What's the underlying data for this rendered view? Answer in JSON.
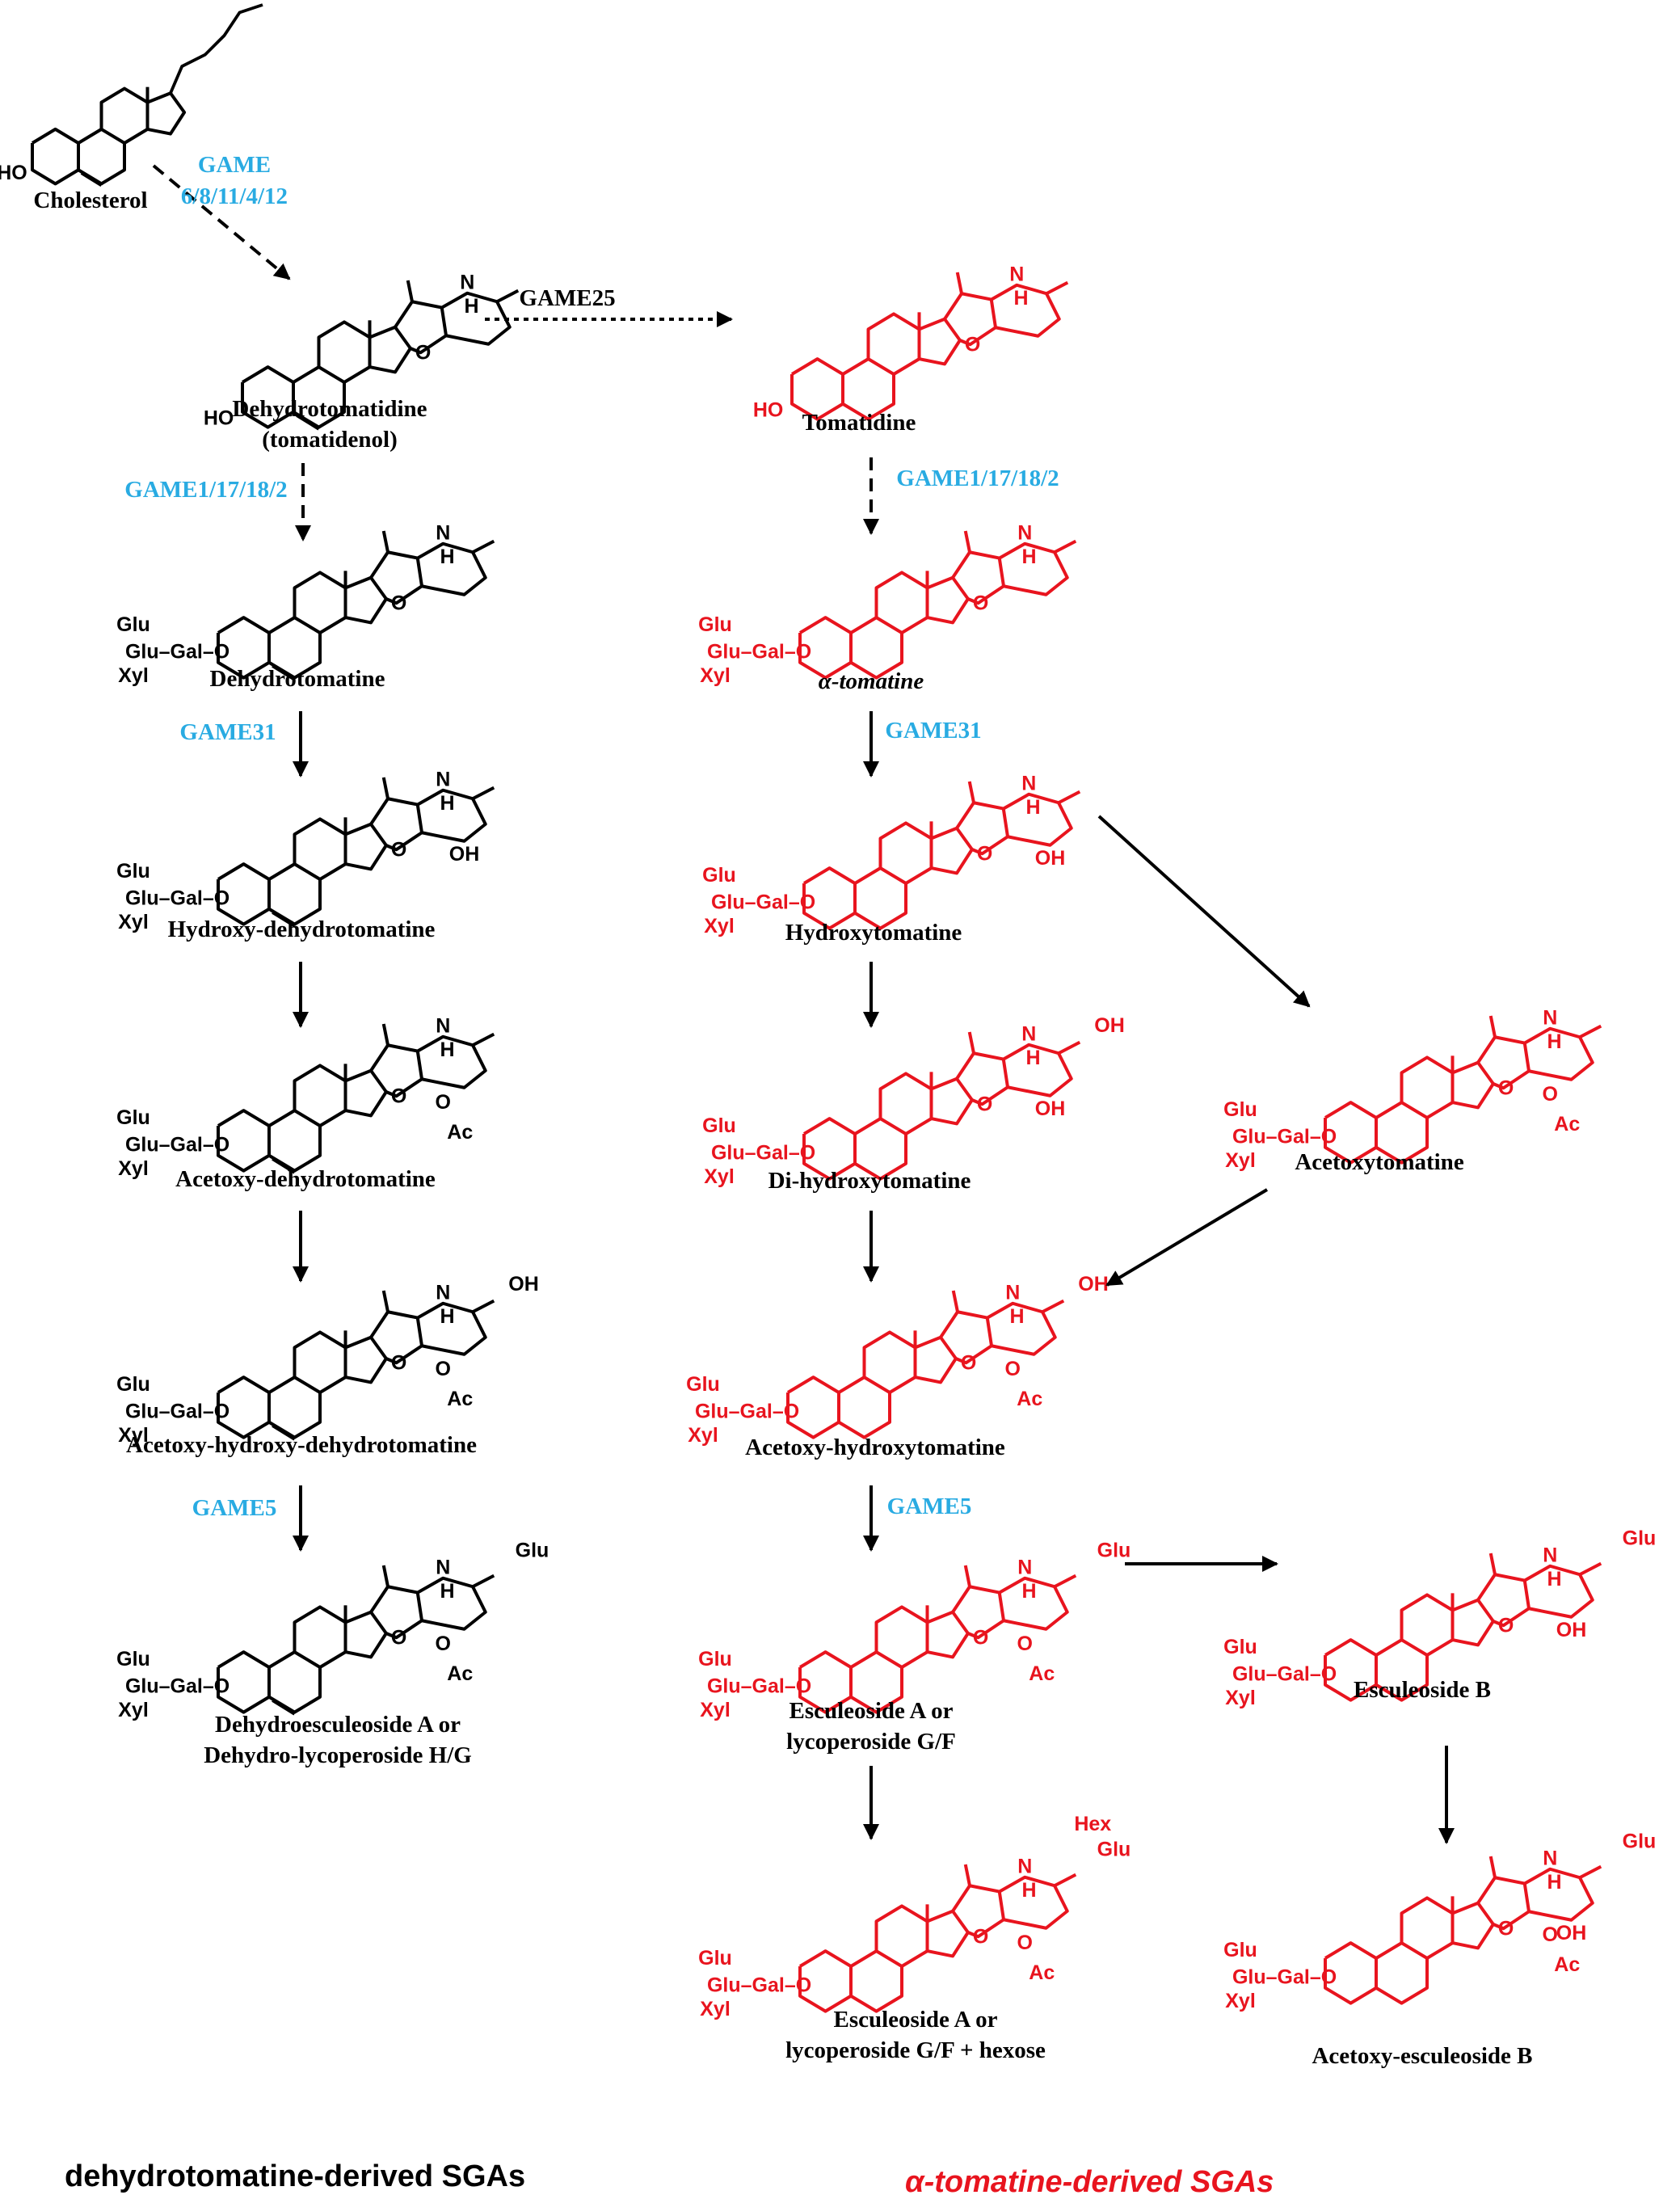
{
  "colors": {
    "dehydro_series": "#000000",
    "tomatine_series": "#e8141e",
    "enzyme": "#29abe2",
    "arrow": "#000000"
  },
  "section_labels": {
    "left": "dehydrotomatine-derived SGAs",
    "right": "α-tomatine-derived SGAs"
  },
  "enzymes": {
    "game_cholesterol_line1": "GAME",
    "game_cholesterol_line2": "6/8/11/4/12",
    "game25": "GAME25",
    "game_glyco_left": "GAME1/17/18/2",
    "game_glyco_right": "GAME1/17/18/2",
    "game31_left": "GAME31",
    "game31_right": "GAME31",
    "game5_left": "GAME5",
    "game5_right": "GAME5"
  },
  "compounds": {
    "cholesterol": "Cholesterol",
    "dehydrotomatidine_line1": "Dehydrotomatidine",
    "dehydrotomatidine_line2": "(tomatidenol)",
    "tomatidine": "Tomatidine",
    "dehydrotomatine": "Dehydrotomatine",
    "alpha_tomatine": "α-tomatine",
    "hydroxy_dehydrotomatine": "Hydroxy-dehydrotomatine",
    "hydroxytomatine": "Hydroxytomatine",
    "acetoxy_dehydrotomatine": "Acetoxy-dehydrotomatine",
    "di_hydroxytomatine": "Di-hydroxytomatine",
    "acetoxytomatine": "Acetoxytomatine",
    "acetoxy_hydroxy_dehydrotomatine": "Acetoxy-hydroxy-dehydrotomatine",
    "acetoxy_hydroxytomatine": "Acetoxy-hydroxytomatine",
    "dehydroesculeoside_line1": "Dehydroesculeoside A or",
    "dehydroesculeoside_line2": "Dehydro-lycoperoside H/G",
    "esculeoside_a_line1": "Esculeoside A or",
    "esculeoside_a_line2": "lycoperoside G/F",
    "esculeoside_b": "Esculeoside B",
    "esculeoside_hex_line1": "Esculeoside A or",
    "esculeoside_hex_line2": "lycoperoside G/F + hexose",
    "acetoxy_esculeoside_b": "Acetoxy-esculeoside B"
  },
  "atoms": {
    "ho": "HO",
    "n": "N",
    "h": "H",
    "o": "O",
    "oh": "OH",
    "ac": "Ac",
    "glu": "Glu",
    "hex": "Hex"
  },
  "sugar_chain": {
    "glu": "Glu",
    "glu_gal_o": "Glu–Gal–O",
    "xyl": "Xyl"
  }
}
